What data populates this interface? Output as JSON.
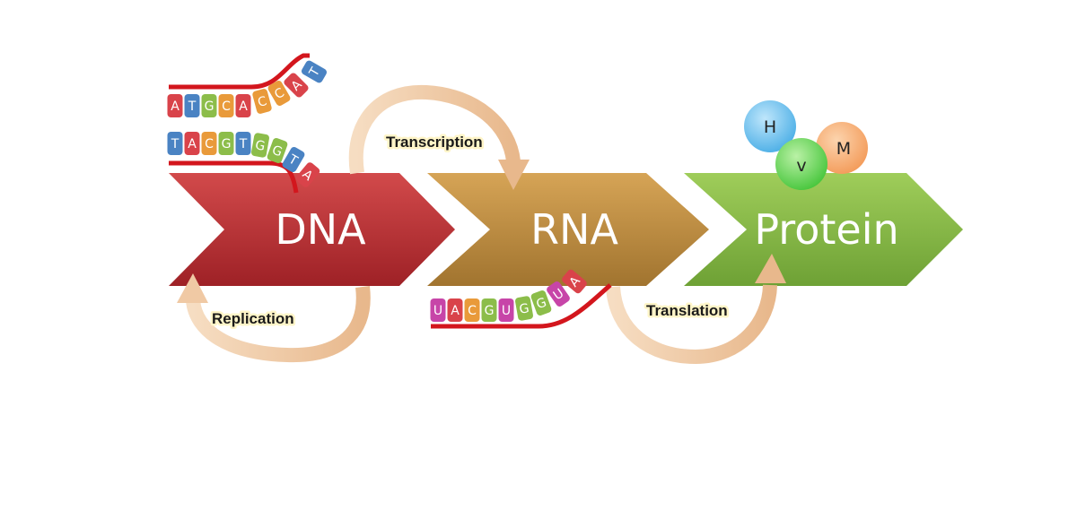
{
  "stages": {
    "dna": "DNA",
    "rna": "RNA",
    "protein": "Protein"
  },
  "processes": {
    "replication": "Replication",
    "transcription": "Transcription",
    "translation": "Translation"
  },
  "dna_strand": {
    "top": [
      "A",
      "T",
      "G",
      "C",
      "A",
      "C",
      "C",
      "A",
      "T"
    ],
    "bottom": [
      "T",
      "A",
      "C",
      "G",
      "T",
      "G",
      "G",
      "T",
      "A"
    ]
  },
  "rna_strand": [
    "U",
    "A",
    "C",
    "G",
    "U",
    "G",
    "G",
    "U",
    "A"
  ],
  "amino_acids": [
    "H",
    "v",
    "M"
  ],
  "colors": {
    "dna_arrow": "#c8373a",
    "rna_arrow": "#c79445",
    "protein_arrow": "#8cbf45",
    "cycle_arrow": "#f0c9a4",
    "backbone": "#d3161d",
    "base_A": "#d9434a",
    "base_T": "#4a83c3",
    "base_G": "#8cbd4a",
    "base_C": "#e99a3a",
    "base_U": "#c745a8"
  }
}
